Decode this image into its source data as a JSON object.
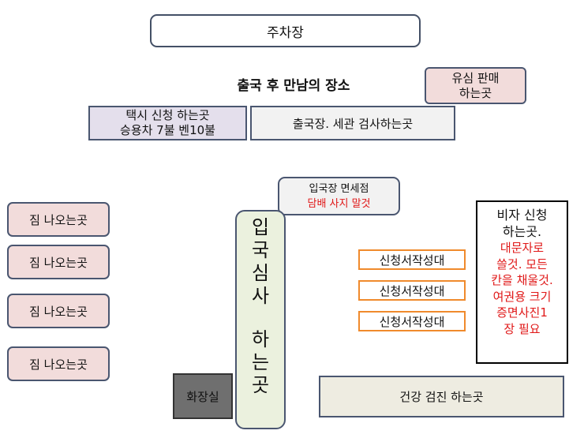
{
  "parking": "주차장",
  "title": "출국 후 만남의 장소",
  "sim": {
    "line1": "유심 판매",
    "line2": "하는곳"
  },
  "taxi": {
    "line1": "택시 신청 하는곳",
    "line2": "승용차 7불 벤10불"
  },
  "customs": "출국장. 세관 검사하는곳",
  "dutyfree": {
    "line1": "입국장 면세점",
    "warning": "담배 사지 말것"
  },
  "baggage": [
    "짐 나오는곳",
    "짐 나오는곳",
    "짐 나오는곳",
    "짐 나오는곳"
  ],
  "immigration": {
    "chars1": [
      "입",
      "국",
      "심",
      "사"
    ],
    "chars2": [
      "하",
      "는",
      "곳"
    ]
  },
  "forms": [
    "신청서작성대",
    "신청서작성대",
    "신청서작성대"
  ],
  "visa": {
    "title1": "비자 신청",
    "title2": "하는곳.",
    "notes": [
      "대문자로",
      "쓸것. 모든",
      "칸을 채울것.",
      "여권용 크기",
      "증면사진1",
      "장 필요"
    ]
  },
  "toilet": "화장실",
  "health": "건강 검진 하는곳",
  "colors": {
    "warning": "#e01818",
    "form_border": "#f08a2c",
    "baggage_fill": "#f2dcdb"
  }
}
